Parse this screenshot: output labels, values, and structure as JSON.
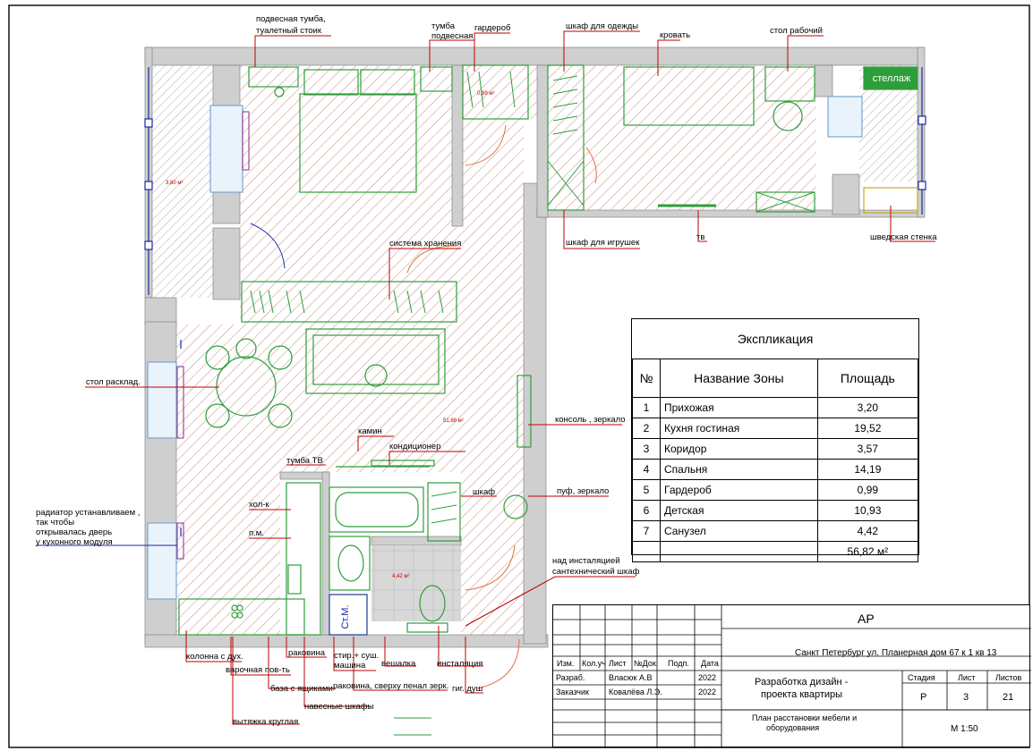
{
  "labels": {
    "bedside": [
      "подвесная тумба,",
      "туалетный стоик"
    ],
    "tumba": [
      "тумба",
      "подвесная"
    ],
    "wardrobe": "гардероб",
    "closet": "шкаф для одежды",
    "bed": "кровать",
    "desk": "стол рабочий",
    "shelf": "стеллаж",
    "toys": "шкаф для игрушек",
    "tv": "тв",
    "swedish": "шведская стенка",
    "storage": "система хранения",
    "table": "стол расклад.",
    "console": "консоль , зеркало",
    "fireplace": "камин",
    "ac": "кондиционер",
    "tv_stand": "тумба ТВ",
    "shkaf": "шкаф",
    "puf": "пуф, зеркало",
    "radiator": [
      "радиатор устанавливаем ,",
      " так чтобы",
      "открывалась дверь",
      " у кухонного модуля"
    ],
    "fridge": "хол-к",
    "dishwasher": "п.м.",
    "sink_cab": [
      "над инсталяцией",
      "сантехнический шкаф"
    ],
    "column": "колонна с дух.",
    "sink": "раковина",
    "hob": "варочная пов-ть",
    "base": "база с ящиками",
    "wall_cab": "навесные шкафы",
    "hood": "вытяжка круглая",
    "washer": [
      "стир.+ суш.",
      "машина"
    ],
    "hanger": "вешалка",
    "install": "инсталяция",
    "basin": "раковина, сверху пенал зерк.",
    "shower": "гиг. душ",
    "washer_box": "Ст.М.",
    "area_balcony": "3,80 м²",
    "area_living": "51,88 м²",
    "area_bath": "4,42 м²",
    "area_wardrobe": "0,99 м²"
  },
  "explication": {
    "title": "Экспликация",
    "headers": [
      "№",
      "Название Зоны",
      "Площадь"
    ],
    "rows": [
      [
        "1",
        "Прихожая",
        "3,20"
      ],
      [
        "2",
        "Кухня гостиная",
        "19,52"
      ],
      [
        "3",
        "Коридор",
        "3,57"
      ],
      [
        "4",
        "Спальня",
        "14,19"
      ],
      [
        "5",
        "Гардероб",
        "0,99"
      ],
      [
        "6",
        "Детская",
        "10,93"
      ],
      [
        "7",
        "Санузел",
        "4,42"
      ]
    ],
    "total": "56,82 м²"
  },
  "stamp": {
    "code": "АР",
    "address": "Санкт Петербург ул. Планерная дом 67 к 1 кв 13",
    "col_headers": [
      "Изм.",
      "Кол.уч",
      "Лист",
      "№Док.",
      "Подп.",
      "Дата"
    ],
    "row1": {
      "role": "Разраб.",
      "name": "Власюк А.В",
      "date": "2022"
    },
    "row2": {
      "role": "Заказчик",
      "name": "Ковалёва Л.Э.",
      "date": "2022"
    },
    "project": [
      "Разработка дизайн -",
      "проекта квартиры"
    ],
    "stage_headers": [
      "Стадия",
      "Лист",
      "Листов"
    ],
    "stage_values": [
      "Р",
      "3",
      "21"
    ],
    "sheet_title": [
      "План расстановки мебели и",
      "оборудования"
    ],
    "scale": "М 1:50"
  },
  "colors": {
    "hatch": "#c88a82",
    "furniture": "#2e9e3a",
    "leader": "#c00000",
    "wall": "#cfcfcf",
    "door": "#e0703a",
    "window": "#1a2aa8"
  }
}
